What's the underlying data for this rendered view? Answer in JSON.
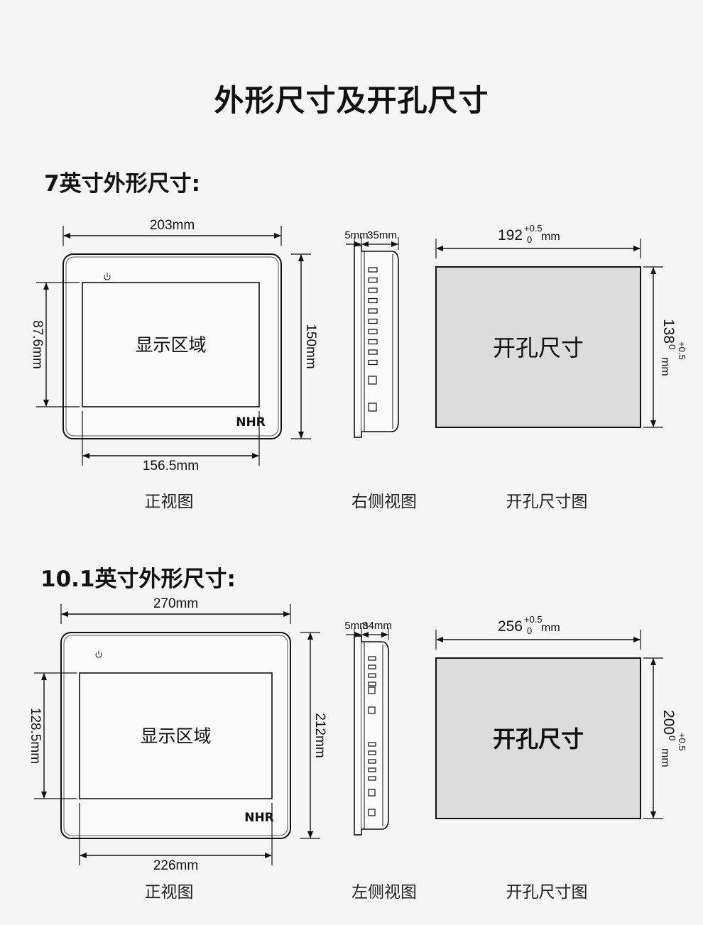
{
  "title": "外形尺寸及开孔尺寸",
  "sections": [
    {
      "heading": "7英寸外形尺寸:",
      "front": {
        "width": "203mm",
        "height": "150mm",
        "display_width": "156.5mm",
        "display_height": "87.6mm",
        "screen_label": "显示区域",
        "logo": "NHR",
        "caption": "正视图"
      },
      "side": {
        "bezel": "5mm",
        "depth": "35mm",
        "caption": "右侧视图"
      },
      "cutout": {
        "width": "192",
        "height": "138",
        "tol_upper": "+0.5",
        "tol_lower": "0",
        "unit": "mm",
        "label": "开孔尺寸",
        "caption": "开孔尺寸图"
      }
    },
    {
      "heading": "10.1英寸外形尺寸:",
      "front": {
        "width": "270mm",
        "height": "212mm",
        "display_width": "226mm",
        "display_height": "128.5mm",
        "screen_label": "显示区域",
        "logo": "NHR",
        "caption": "正视图"
      },
      "side": {
        "bezel": "5mm",
        "depth": "34mm",
        "caption": "左侧视图"
      },
      "cutout": {
        "width": "256",
        "height": "200",
        "tol_upper": "+0.5",
        "tol_lower": "0",
        "unit": "mm",
        "label": "开孔尺寸",
        "caption": "开孔尺寸图"
      }
    }
  ]
}
